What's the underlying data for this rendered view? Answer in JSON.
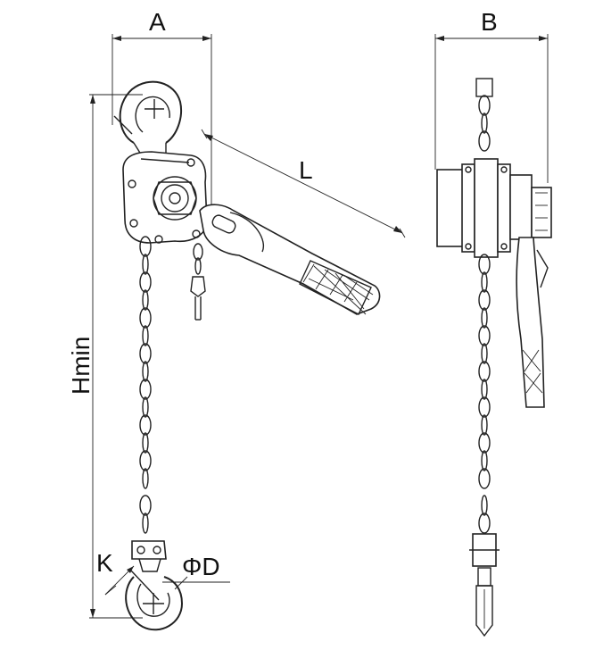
{
  "dimensions": {
    "a": "A",
    "b": "B",
    "l": "L",
    "hmin": "Hmin",
    "k": "K",
    "d": "ΦD"
  },
  "colors": {
    "line": "#222222",
    "background": "#ffffff"
  }
}
